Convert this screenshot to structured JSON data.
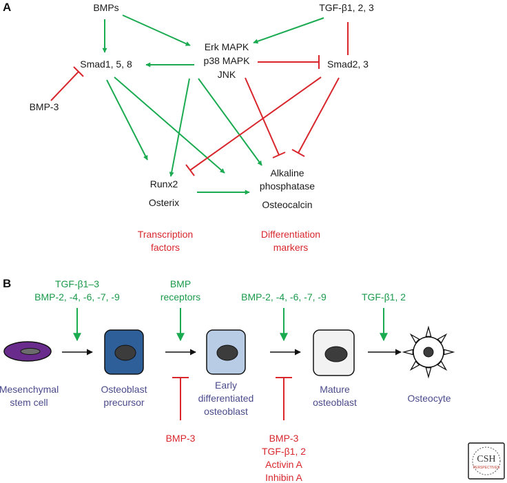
{
  "panel_a": {
    "label": "A",
    "nodes": {
      "bmps": "BMPs",
      "tgf": "TGF-β1, 2, 3",
      "mapk_1": "Erk MAPK",
      "mapk_2": "p38 MAPK",
      "mapk_3": "JNK",
      "smad158": "Smad1, 5, 8",
      "smad23": "Smad2, 3",
      "bmp3": "BMP-3",
      "runx2": "Runx2",
      "osterix": "Osterix",
      "alp_1": "Alkaline",
      "alp_2": "phosphatase",
      "osteocalcin": "Osteocalcin"
    },
    "groups": {
      "tf_1": "Transcription",
      "tf_2": "factors",
      "dm_1": "Differentiation",
      "dm_2": "markers"
    }
  },
  "panel_b": {
    "label": "B",
    "stimulators": {
      "s1_1": "TGF-β1–3",
      "s1_2": "BMP-2, -4, -6, -7, -9",
      "s2_1": "BMP",
      "s2_2": "receptors",
      "s3": "BMP-2, -4, -6, -7, -9",
      "s4": "TGF-β1, 2"
    },
    "stages": {
      "msc_1": "Mesenchymal",
      "msc_2": "stem cell",
      "pre_1": "Osteoblast",
      "pre_2": "precursor",
      "early_1": "Early",
      "early_2": "differentiated",
      "early_3": "osteoblast",
      "mature_1": "Mature",
      "mature_2": "osteoblast",
      "osteocyte": "Osteocyte"
    },
    "inhibitors": {
      "i1": "BMP-3",
      "i2_1": "BMP-3",
      "i2_2": "TGF-β1, 2",
      "i2_3": "Activin A",
      "i2_4": "Inhibin A"
    }
  },
  "logo": {
    "text_1": "CSH",
    "text_2": "PERSPECTIVES"
  },
  "colors": {
    "activation": "#1aaa50",
    "inhibition": "#d8262c",
    "stage_label": "#4a4a8c",
    "msc_cell": "#6a2c8c",
    "precursor_cell": "#2f5f99",
    "early_cell": "#b8cce6",
    "mature_cell": "#f2f2f2"
  }
}
